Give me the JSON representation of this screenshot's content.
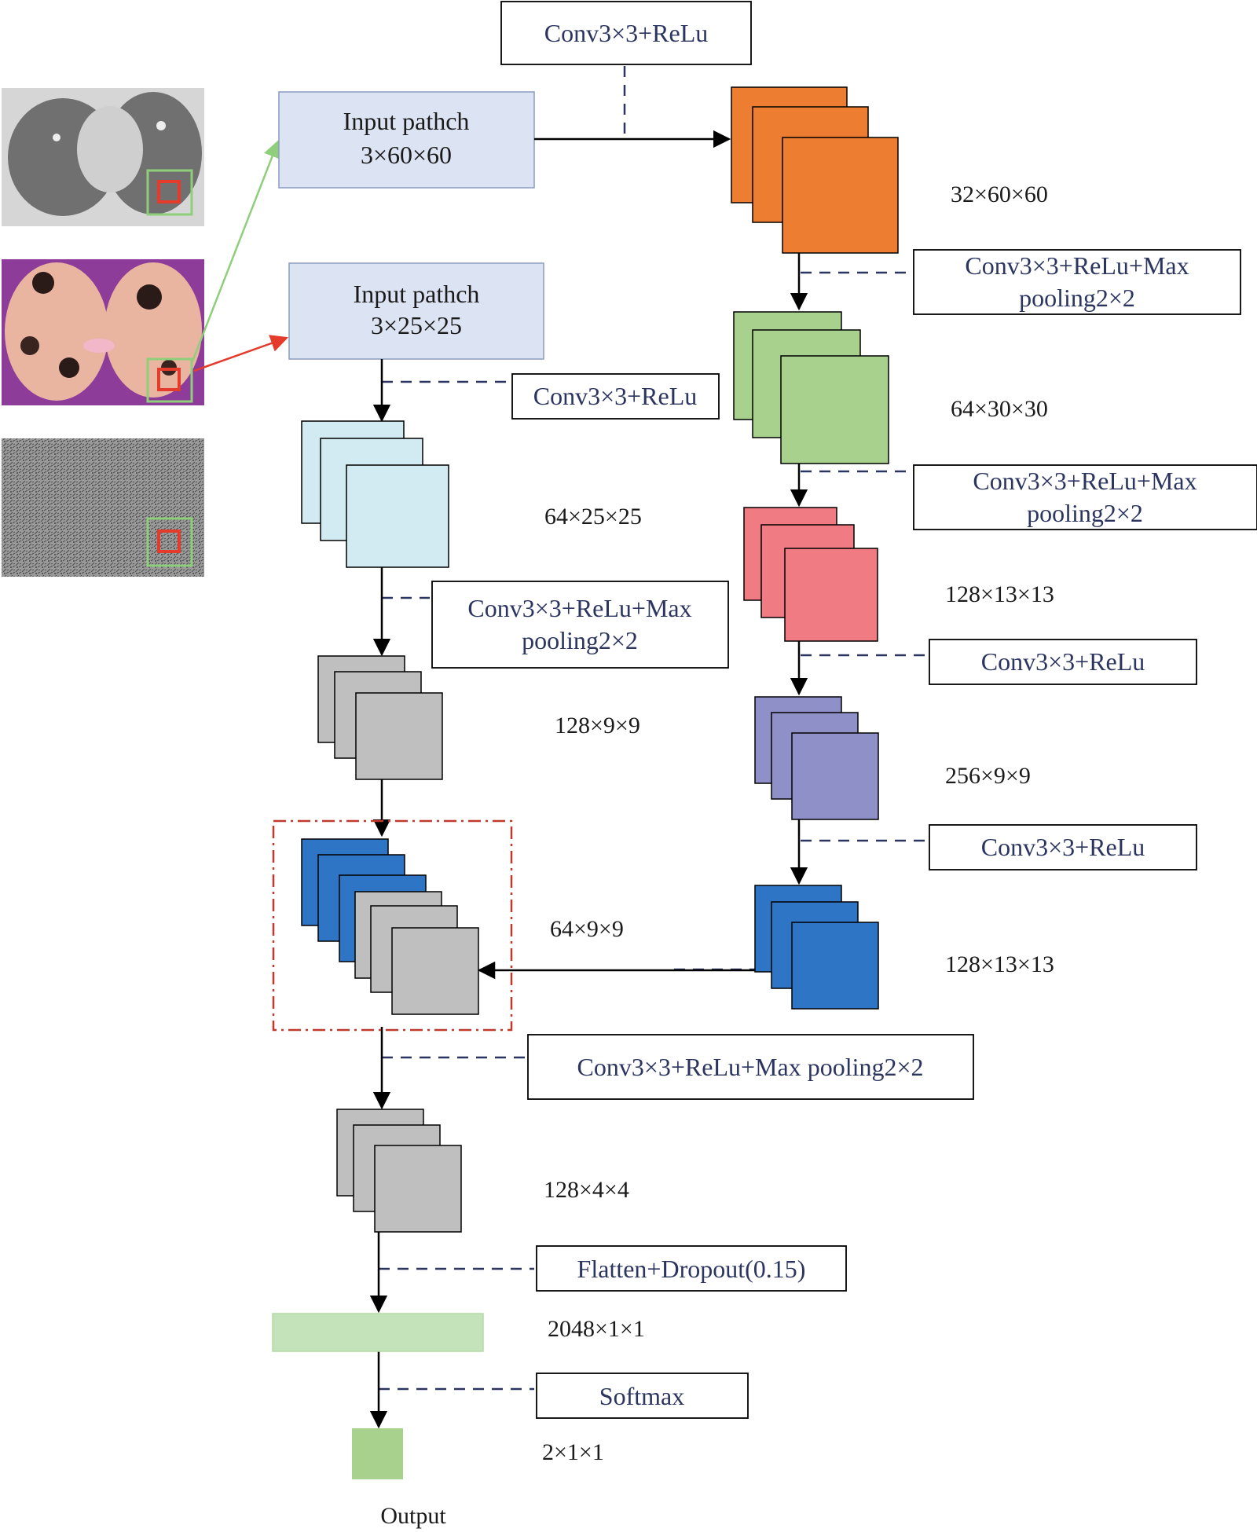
{
  "inputs": {
    "patch_60": {
      "title": "Input pathch",
      "dims": "3×60×60",
      "fill": "#dce3f2"
    },
    "patch_25": {
      "title": "Input pathch",
      "dims": "3×25×25",
      "fill": "#dce3f2"
    }
  },
  "operations": {
    "right_conv_top": "Conv3×3+ReLu",
    "right_pool_1": [
      "Conv3×3+ReLu+Max",
      "pooling2×2"
    ],
    "right_pool_2": [
      "Conv3×3+ReLu+Max",
      "pooling2×2"
    ],
    "right_conv_3": "Conv3×3+ReLu",
    "right_conv_4": "Conv3×3+ReLu",
    "left_conv_1": "Conv3×3+ReLu",
    "left_pool_1": [
      "Conv3×3+ReLu+Max",
      "pooling2×2"
    ],
    "merge_pool": "Conv3×3+ReLu+Max pooling2×2",
    "flatten": "Flatten+Dropout(0.15)",
    "softmax": "Softmax"
  },
  "feature_maps": {
    "right": [
      {
        "dims": "32×60×60",
        "color": "#ed7d31"
      },
      {
        "dims": "64×30×30",
        "color": "#a9d18e"
      },
      {
        "dims": "128×13×13",
        "color": "#f07b82"
      },
      {
        "dims": "256×9×9",
        "color": "#8f90c8"
      },
      {
        "dims": "128×13×13",
        "color": "#2e75c5"
      }
    ],
    "left": [
      {
        "dims": "64×25×25",
        "color": "#d2ebf2"
      },
      {
        "dims": "128×9×9",
        "color": "#bfbfbf"
      },
      {
        "dims": "64×9×9",
        "color": "#2e75c5"
      },
      {
        "dims": "128×4×4",
        "color": "#bfbfbf"
      }
    ]
  },
  "dense": {
    "dims": "2048×1×1",
    "color": "#c5e3bb"
  },
  "output": {
    "dims": "2×1×1",
    "label": "Output",
    "color": "#a9d18e"
  },
  "thumbnails": [
    {
      "name": "ct-slice",
      "colors": [
        "#b9b9b9",
        "#6a6a6a"
      ]
    },
    {
      "name": "segmented-lung",
      "colors": [
        "#8d3c9a",
        "#e9b4a0"
      ]
    },
    {
      "name": "texture-map",
      "colors": [
        "#9a9a9a",
        "#5a5a5a"
      ]
    }
  ],
  "colors": {
    "merge_frame": "#c0392b",
    "arrow_green": "#8fce7a",
    "arrow_red": "#e53b2b",
    "dash": "#2b3560"
  }
}
